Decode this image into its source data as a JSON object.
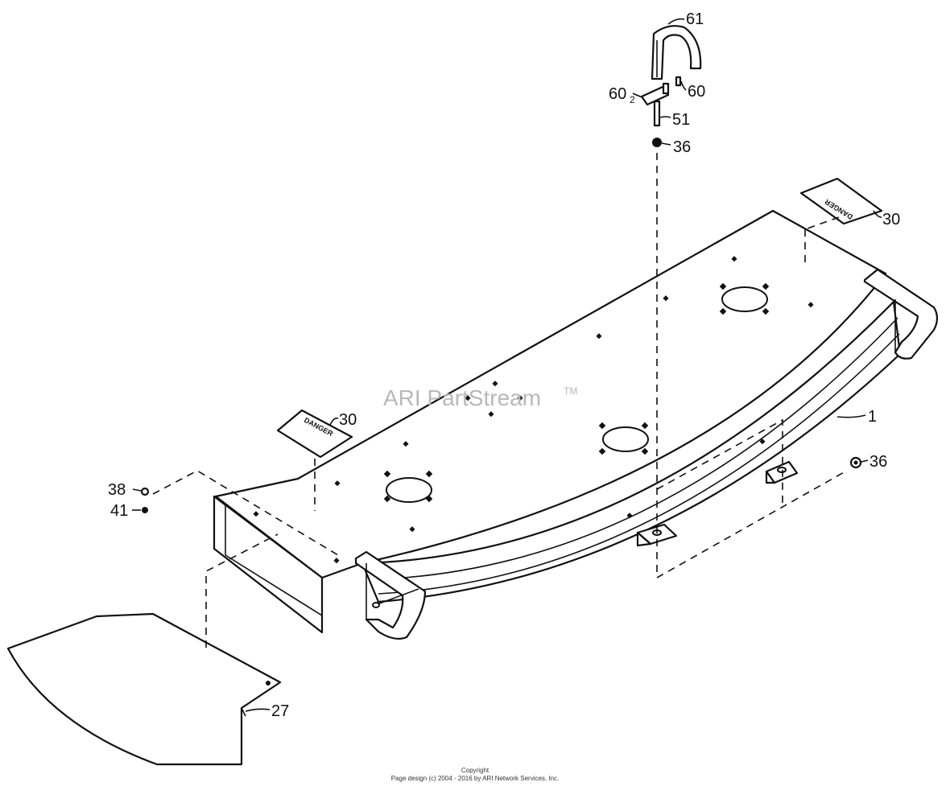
{
  "watermark": {
    "brand": "ARI PartStream",
    "trademark": "TM"
  },
  "callouts": {
    "c61": "61",
    "c60_left": "60",
    "c60_left_sub": "2",
    "c60_right": "60",
    "c51": "51",
    "c36_top": "36",
    "c30_right": "30",
    "c30_left": "30",
    "c1": "1",
    "c36_right": "36",
    "c38": "38",
    "c41": "41",
    "c27": "27"
  },
  "decals": {
    "left": "DANGER",
    "right": "DANGER"
  },
  "footer": {
    "line1": "Copyright",
    "line2": "Page design (c) 2004 - 2016 by ARI Network Services, Inc."
  }
}
